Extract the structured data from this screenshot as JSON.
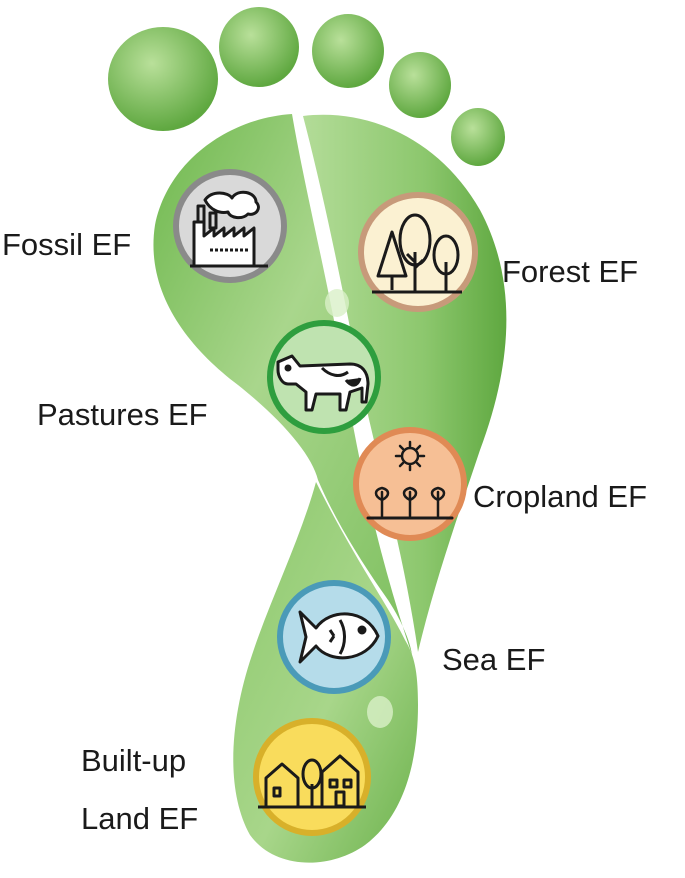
{
  "labels": {
    "fossil": "Fossil EF",
    "forest": "Forest EF",
    "pastures": "Pastures EF",
    "cropland": "Cropland EF",
    "sea": "Sea EF",
    "builtup_line1": "Built-up",
    "builtup_line2": "Land EF"
  },
  "icons": {
    "fossil": "factory-icon",
    "forest": "trees-icon",
    "pastures": "cow-icon",
    "cropland": "sun-crops-icon",
    "sea": "fish-icon",
    "builtup": "houses-icon"
  },
  "colors": {
    "foot_light": "#a8d48a",
    "foot_mid": "#7cbd5c",
    "foot_dark": "#5aa33c",
    "fossil_ring": "#8a8a8a",
    "fossil_fill": "#d9d9d9",
    "forest_ring": "#c79a7a",
    "forest_fill": "#fbf1d2",
    "pastures_ring": "#2e9e3e",
    "pastures_fill": "#bfe3b0",
    "cropland_ring": "#e08a55",
    "cropland_fill": "#f6bf95",
    "sea_ring": "#4a9ab8",
    "sea_fill": "#b5dcea",
    "builtup_ring": "#d8b02a",
    "builtup_fill": "#f9dc5c"
  }
}
